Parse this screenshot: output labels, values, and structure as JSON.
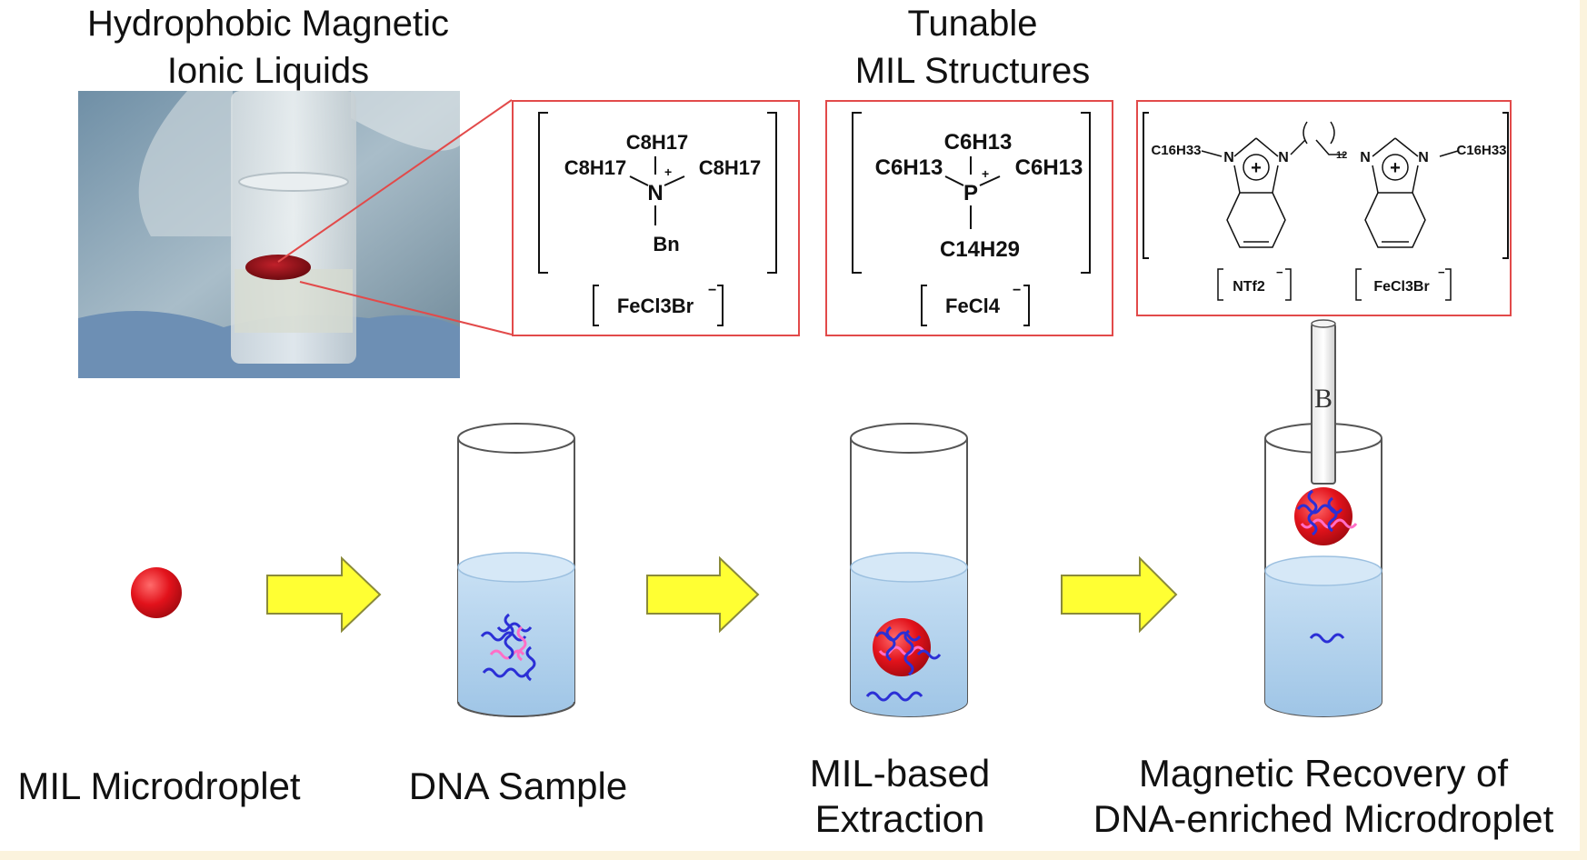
{
  "headings": {
    "photo_title_line1": "Hydrophobic Magnetic",
    "photo_title_line2": "Ionic Liquids",
    "structures_title_line1": "Tunable",
    "structures_title_line2": "MIL Structures"
  },
  "structure_1": {
    "top_substituent": "C8H17",
    "left_substituent": "C8H17",
    "right_substituent": "C8H17",
    "center_atom": "N",
    "charge": "+",
    "bottom_substituent": "Bn",
    "anion": "FeCl3Br",
    "anion_charge": "−"
  },
  "structure_2": {
    "top_substituent": "C6H13",
    "left_substituent": "C6H13",
    "right_substituent": "C6H13",
    "center_atom": "P",
    "charge": "+",
    "bottom_substituent": "C14H29",
    "anion": "FeCl4",
    "anion_charge": "−"
  },
  "structure_3": {
    "left_chain": "C16H33",
    "right_chain": "C16H33",
    "ring_atom": "N",
    "charge_symbol": "+",
    "linker_count": "12",
    "anion_1": "NTf2",
    "anion_2": "FeCl3Br",
    "anion_charge": "−"
  },
  "magnet": {
    "label": "B"
  },
  "steps": [
    {
      "caption_line1": "MIL Microdroplet",
      "caption_line2": ""
    },
    {
      "caption_line1": "DNA Sample",
      "caption_line2": ""
    },
    {
      "caption_line1": "MIL-based",
      "caption_line2": "Extraction"
    },
    {
      "caption_line1": "Magnetic Recovery of",
      "caption_line2": "DNA-enriched Microdroplet"
    }
  ],
  "colors": {
    "droplet_red": "#e2121b",
    "arrow_yellow": "#ffff33",
    "water_blue": "#b7d6f0",
    "box_border": "#e24a4a",
    "dna_blue": "#2b2fd6",
    "dna_pink": "#ff6ec7"
  }
}
